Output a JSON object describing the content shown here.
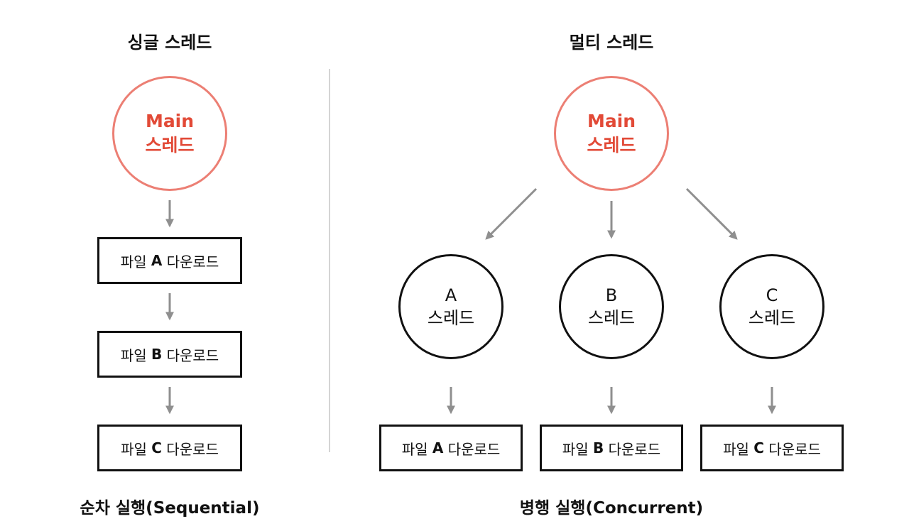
{
  "single": {
    "title": "싱글 스레드",
    "main": {
      "line1": "Main",
      "line2": "스레드"
    },
    "tasks": [
      {
        "prefix": "파일",
        "letter": "A",
        "suffix": "다운로드"
      },
      {
        "prefix": "파일",
        "letter": "B",
        "suffix": "다운로드"
      },
      {
        "prefix": "파일",
        "letter": "C",
        "suffix": "다운로드"
      }
    ],
    "caption": "순차 실행(Sequential)"
  },
  "multi": {
    "title": "멀티 스레드",
    "main": {
      "line1": "Main",
      "line2": "스레드"
    },
    "threads": [
      {
        "letter": "A",
        "label": "스레드"
      },
      {
        "letter": "B",
        "label": "스레드"
      },
      {
        "letter": "C",
        "label": "스레드"
      }
    ],
    "tasks": [
      {
        "prefix": "파일",
        "letter": "A",
        "suffix": "다운로드"
      },
      {
        "prefix": "파일",
        "letter": "B",
        "suffix": "다운로드"
      },
      {
        "prefix": "파일",
        "letter": "C",
        "suffix": "다운로드"
      }
    ],
    "caption": "병행 실행(Concurrent)"
  },
  "colors": {
    "main_stroke": "#ec7f74",
    "main_text": "#e24a37",
    "arrow": "#8f8f8f",
    "outline": "#111111",
    "divider": "#d4d4d4"
  }
}
